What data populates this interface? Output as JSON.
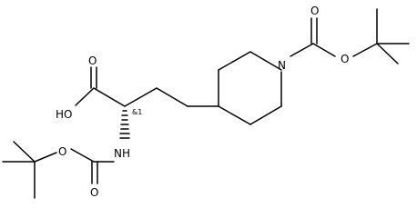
{
  "atom_labels": {
    "acid_carbonyl_o": "O",
    "acid_hydroxyl": "HO",
    "stereo_descriptor": "&1",
    "amide_nh": "NH",
    "carbamate_ester_o": "O",
    "carbamate_carbonyl_o": "O",
    "piperidine_n": "N",
    "boc_carbonyl_o": "O",
    "boc_ester_o": "O"
  }
}
